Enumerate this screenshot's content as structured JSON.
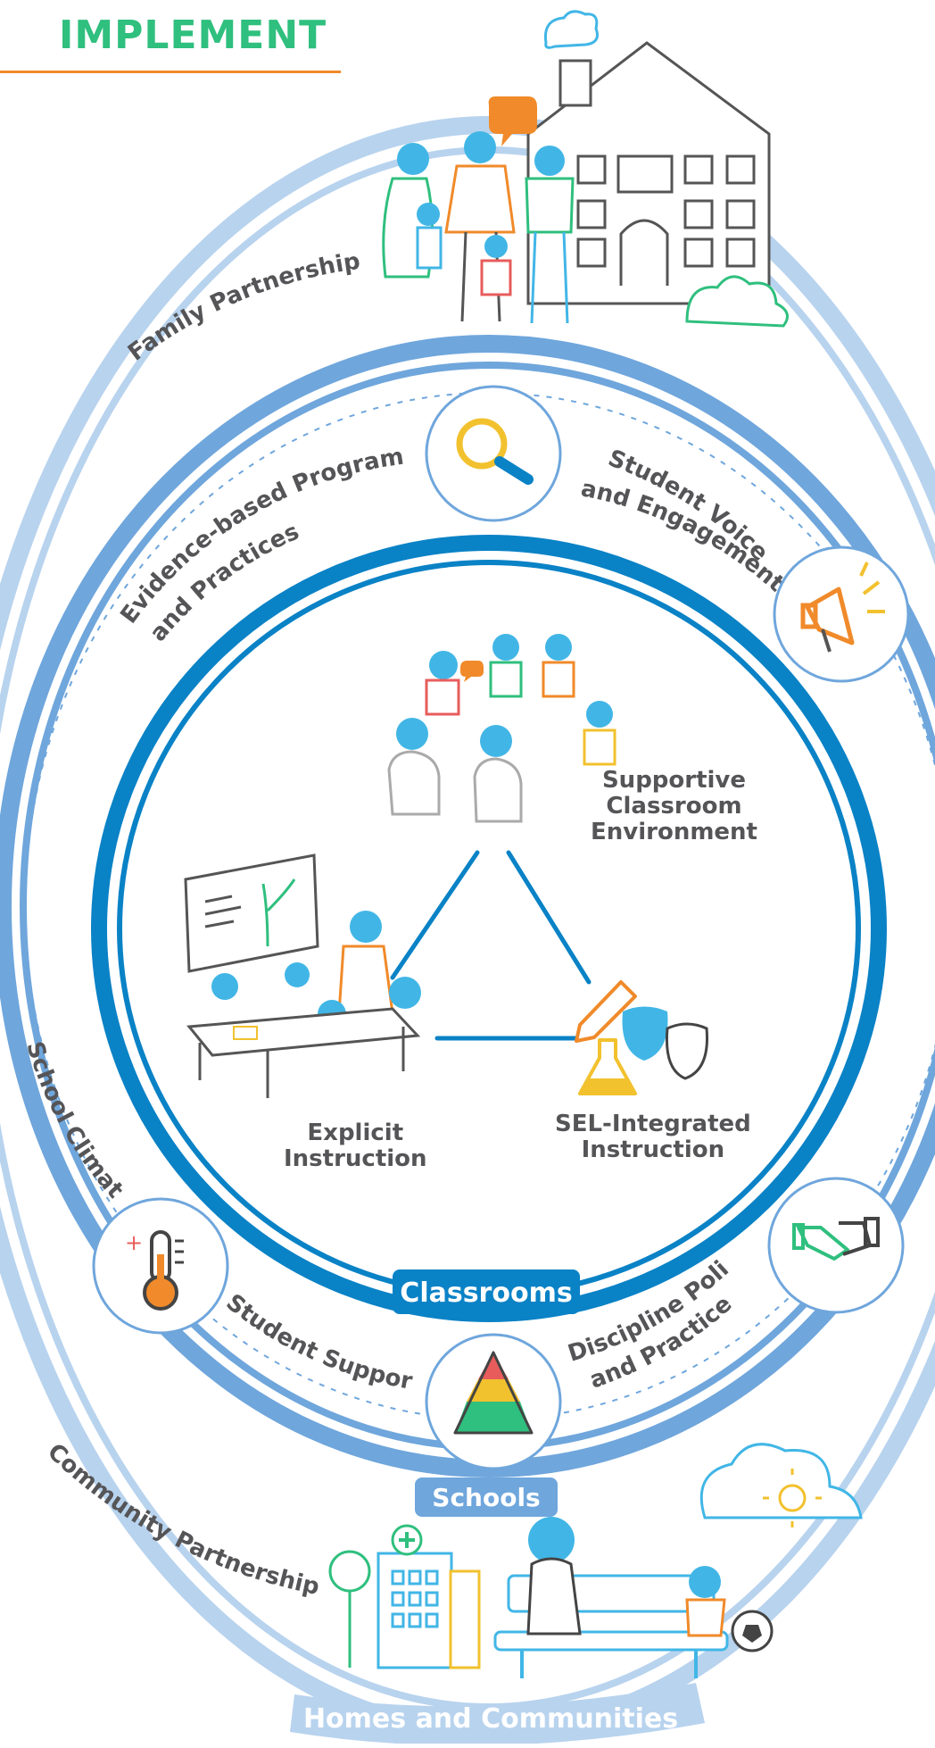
{
  "title": "IMPLEMENT",
  "rings": {
    "classrooms": "Classrooms",
    "schools": "Schools",
    "homes": "Homes and Communities"
  },
  "outer_labels": {
    "family": "Family Partnerships",
    "community": "Community Partnerships"
  },
  "school_labels": {
    "evidence_line1": "Evidence-based Programs",
    "evidence_line2": "and Practices",
    "voice_line1": "Student Voice",
    "voice_line2": "and Engagement",
    "climate": "School Climate",
    "support": "Student Support",
    "discipline_line1": "Discipline Policies",
    "discipline_line2": "and Practices"
  },
  "classroom_labels": {
    "supportive": [
      "Supportive",
      "Classroom",
      "Environment"
    ],
    "explicit": [
      "Explicit",
      "Instruction"
    ],
    "sel": [
      "SEL-Integrated",
      "Instruction"
    ]
  },
  "colors": {
    "title_green": "#2fbf7e",
    "title_rule": "#f08a2a",
    "outer_ring": "#b8d3ee",
    "middle_ring": "#6fa6dc",
    "inner_ring": "#0a82c6",
    "label_gray": "#555558",
    "icon_orange": "#f08a2a",
    "icon_blue": "#41b6e6",
    "icon_green": "#2fbf7e",
    "icon_yellow": "#f2c12e",
    "icon_red": "#e85c5c"
  },
  "icons": [
    "magnifier-icon",
    "megaphone-icon",
    "thermometer-icon",
    "pyramid-icon",
    "handshake-icon",
    "house-icon",
    "family-icon",
    "cloud-icon",
    "sun-icon",
    "hospital-icon",
    "bench-icon",
    "soccer-ball-icon",
    "drama-masks-icon",
    "pencil-icon",
    "flask-icon"
  ]
}
